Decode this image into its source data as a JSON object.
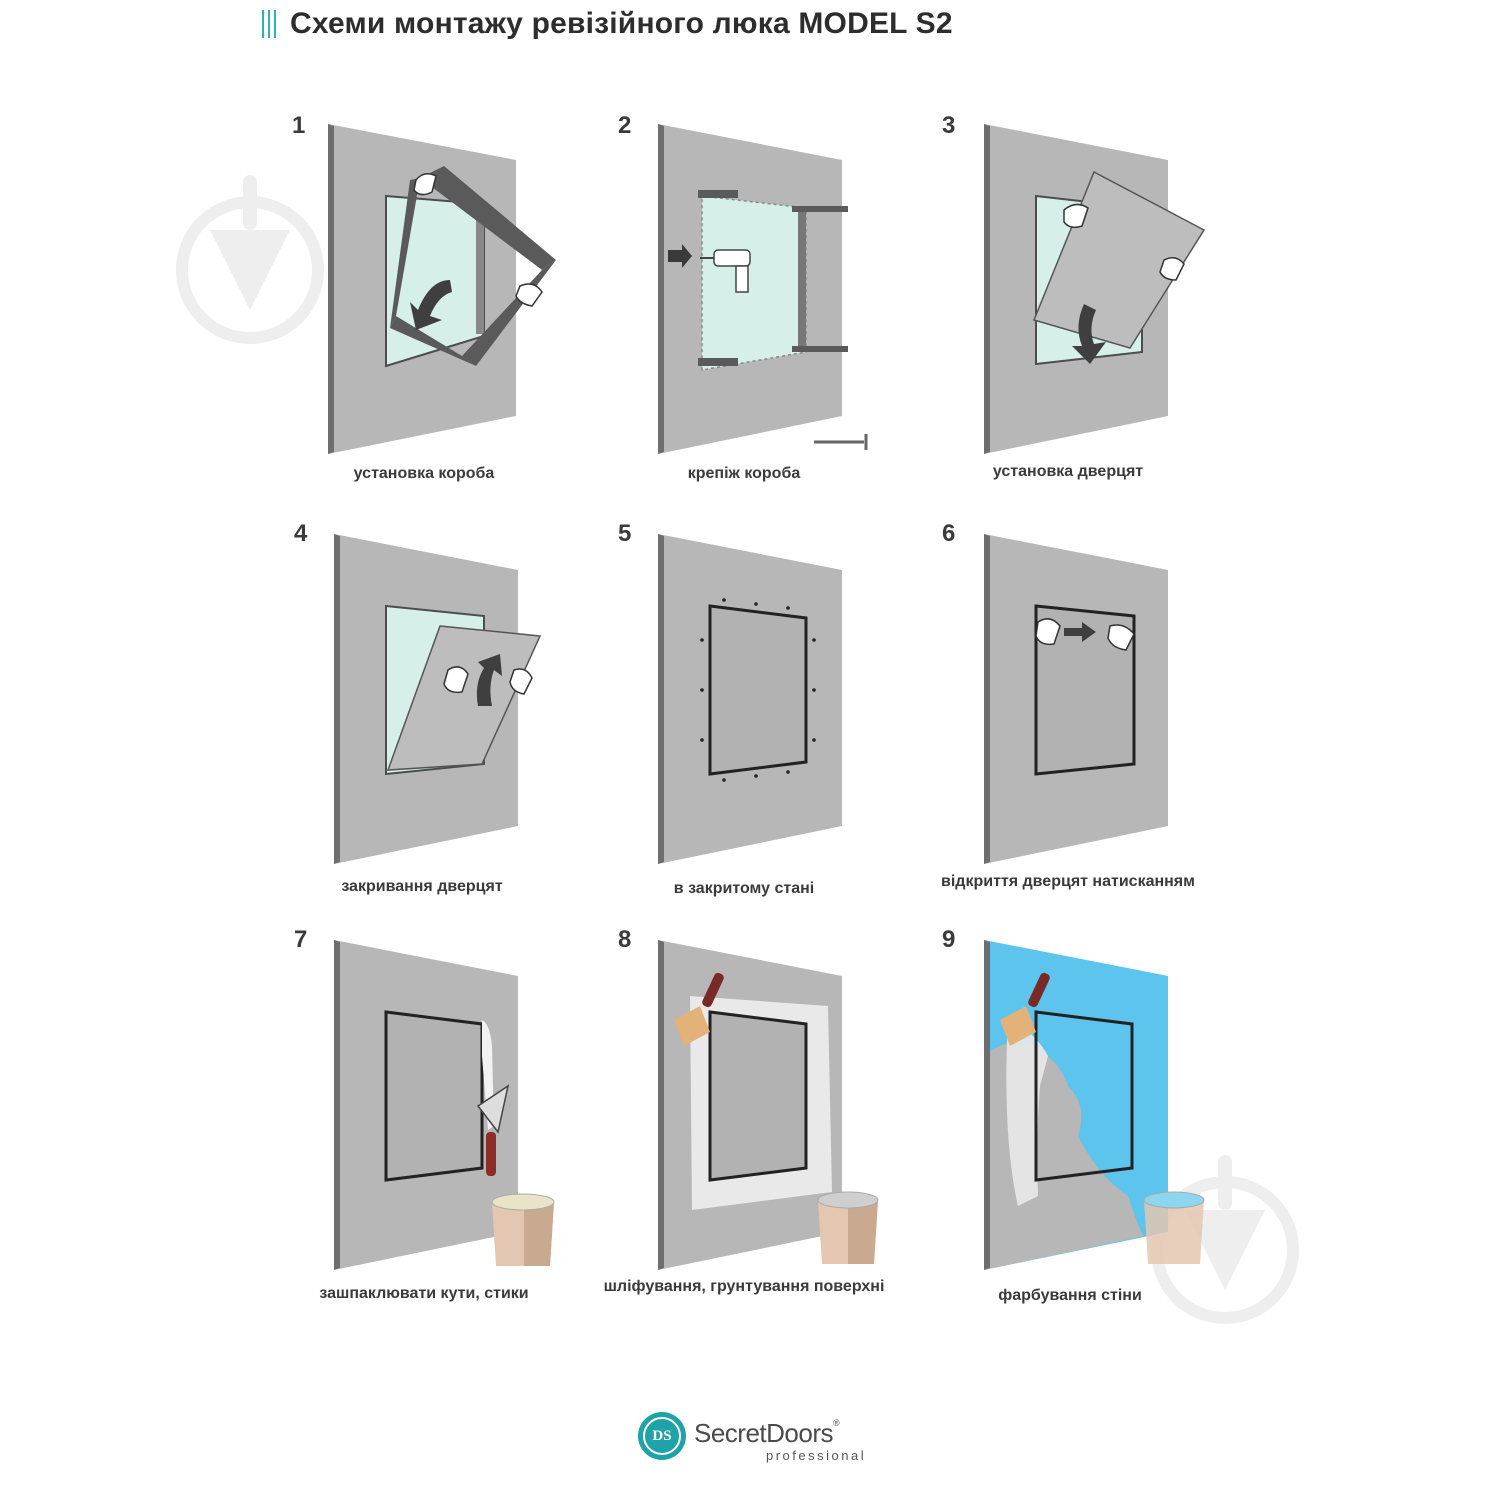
{
  "title": "Схеми монтажу ревізійного люка MODEL S2",
  "colors": {
    "accent": "#2bb3b5",
    "panel": "#b7b7b7",
    "panel_edge": "#6e6e6e",
    "opening_glass": "#d6efe9",
    "frame": "#4d4d4d",
    "paint_blue": "#5cc4ed",
    "putty_white": "#e9e9e9",
    "bucket": "#e3c7b0"
  },
  "steps": [
    {
      "number": "1",
      "caption": "установка короба",
      "icon": "frame-rotate-icon"
    },
    {
      "number": "2",
      "caption": "крепіж короба",
      "icon": "drill-icon"
    },
    {
      "number": "3",
      "caption": "установка дверцят",
      "icon": "door-insert-icon"
    },
    {
      "number": "4",
      "caption": "закривання дверцят",
      "icon": "door-close-icon"
    },
    {
      "number": "5",
      "caption": "в закритому стані",
      "icon": "closed-hatch-icon"
    },
    {
      "number": "6",
      "caption": "відкриття дверцят натисканням",
      "icon": "push-open-icon"
    },
    {
      "number": "7",
      "caption": "зашпаклювати кути, стики",
      "icon": "trowel-icon"
    },
    {
      "number": "8",
      "caption": "шліфування, грунтування поверхні",
      "icon": "brush-primer-icon"
    },
    {
      "number": "9",
      "caption": "фарбування стіни",
      "icon": "brush-paint-icon"
    }
  ],
  "logo": {
    "badge": "DS",
    "name": "SecretDoors",
    "registered": "®",
    "subtitle": "professional"
  }
}
